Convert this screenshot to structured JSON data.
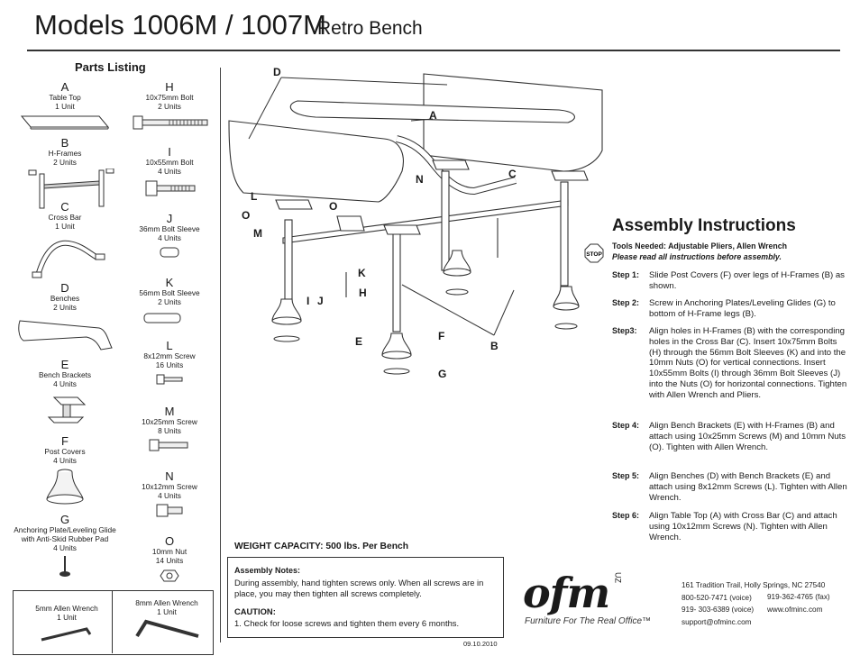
{
  "header": {
    "title": "Models 1006M / 1007M",
    "subtitle": "Retro Bench"
  },
  "parts_heading": "Parts Listing",
  "parts": [
    {
      "letter": "A",
      "name": "Table Top",
      "units": "1 Unit"
    },
    {
      "letter": "B",
      "name": "H-Frames",
      "units": "2 Units"
    },
    {
      "letter": "C",
      "name": "Cross Bar",
      "units": "1 Unit"
    },
    {
      "letter": "D",
      "name": "Benches",
      "units": "2 Units"
    },
    {
      "letter": "E",
      "name": "Bench Brackets",
      "units": "4 Units"
    },
    {
      "letter": "F",
      "name": "Post Covers",
      "units": "4 Units"
    },
    {
      "letter": "G",
      "name": "Anchoring Plate/Leveling Glide",
      "name2": "with Anti-Skid Rubber Pad",
      "units": "4 Units"
    },
    {
      "letter": "H",
      "name": "10x75mm Bolt",
      "units": "2 Units"
    },
    {
      "letter": "I",
      "name": "10x55mm Bolt",
      "units": "4 Units"
    },
    {
      "letter": "J",
      "name": "36mm Bolt Sleeve",
      "units": "4 Units"
    },
    {
      "letter": "K",
      "name": "56mm Bolt Sleeve",
      "units": "2 Units"
    },
    {
      "letter": "L",
      "name": "8x12mm Screw",
      "units": "16 Units"
    },
    {
      "letter": "M",
      "name": "10x25mm Screw",
      "units": "8 Units"
    },
    {
      "letter": "N",
      "name": "10x12mm Screw",
      "units": "4 Units"
    },
    {
      "letter": "O",
      "name": "10mm Nut",
      "units": "14 Units"
    }
  ],
  "tools": [
    {
      "name": "5mm Allen Wrench",
      "units": "1 Unit"
    },
    {
      "name": "8mm Allen Wrench",
      "units": "1 Unit"
    }
  ],
  "callouts": [
    "D",
    "A",
    "C",
    "N",
    "L",
    "O",
    "O",
    "M",
    "K",
    "I",
    "J",
    "H",
    "E",
    "F",
    "B",
    "G"
  ],
  "assembly": {
    "heading": "Assembly Instructions",
    "stop_label": "STOP",
    "tools_needed": "Tools Needed: Adjustable Pliers, Allen Wrench",
    "please_read": "Please read all instructions before assembly.",
    "steps": [
      {
        "label": "Step 1:",
        "text": "Slide Post Covers (F) over legs of H-Frames (B) as shown."
      },
      {
        "label": "Step 2:",
        "text": "Screw in Anchoring Plates/Leveling Glides (G) to bottom of H-Frame legs (B)."
      },
      {
        "label": "Step3:",
        "text": "Align holes in H-Frames (B) with the corresponding holes in the Cross Bar (C). Insert 10x75mm Bolts (H) through the 56mm Bolt Sleeves (K) and into the 10mm Nuts (O) for vertical connections. Insert 10x55mm Bolts (I) through 36mm Bolt Sleeves (J) into the Nuts (O) for horizontal connections. Tighten with Allen Wrench and Pliers."
      },
      {
        "label": "Step 4:",
        "text": "Align Bench Brackets (E) with H-Frames (B) and attach using 10x25mm Screws (M) and 10mm Nuts (O). Tighten with Allen Wrench."
      },
      {
        "label": "Step 5:",
        "text": "Align Benches (D) with Bench Brackets (E) and attach using 8x12mm Screws (L). Tighten with Allen Wrench."
      },
      {
        "label": "Step 6:",
        "text": "Align Table Top (A) with Cross Bar (C) and attach using 10x12mm Screws (N). Tighten with Allen Wrench."
      }
    ]
  },
  "weight_capacity": "WEIGHT CAPACITY: 500 lbs. Per Bench",
  "notes": {
    "title": "Assembly Notes:",
    "text": "During assembly, hand tighten screws only. When all screws are in place, you may then tighten all screws completely.",
    "caution_title": "CAUTION:",
    "caution_text": "1. Check for loose screws and tighten them every 6 months."
  },
  "date": "09.10.2010",
  "company": {
    "logo_text": "ofm",
    "logo_sup": "UZ",
    "tagline": "Furniture For The Real Office™",
    "address": "161 Tradition Trail, Holly Springs, NC  27540",
    "phone_voice": "800-520-7471 (voice)",
    "fax": "919-362-4765 (fax)",
    "phone_voice2": "919- 303-6389 (voice)",
    "website": "www.ofminc.com",
    "email": "support@ofminc.com"
  }
}
